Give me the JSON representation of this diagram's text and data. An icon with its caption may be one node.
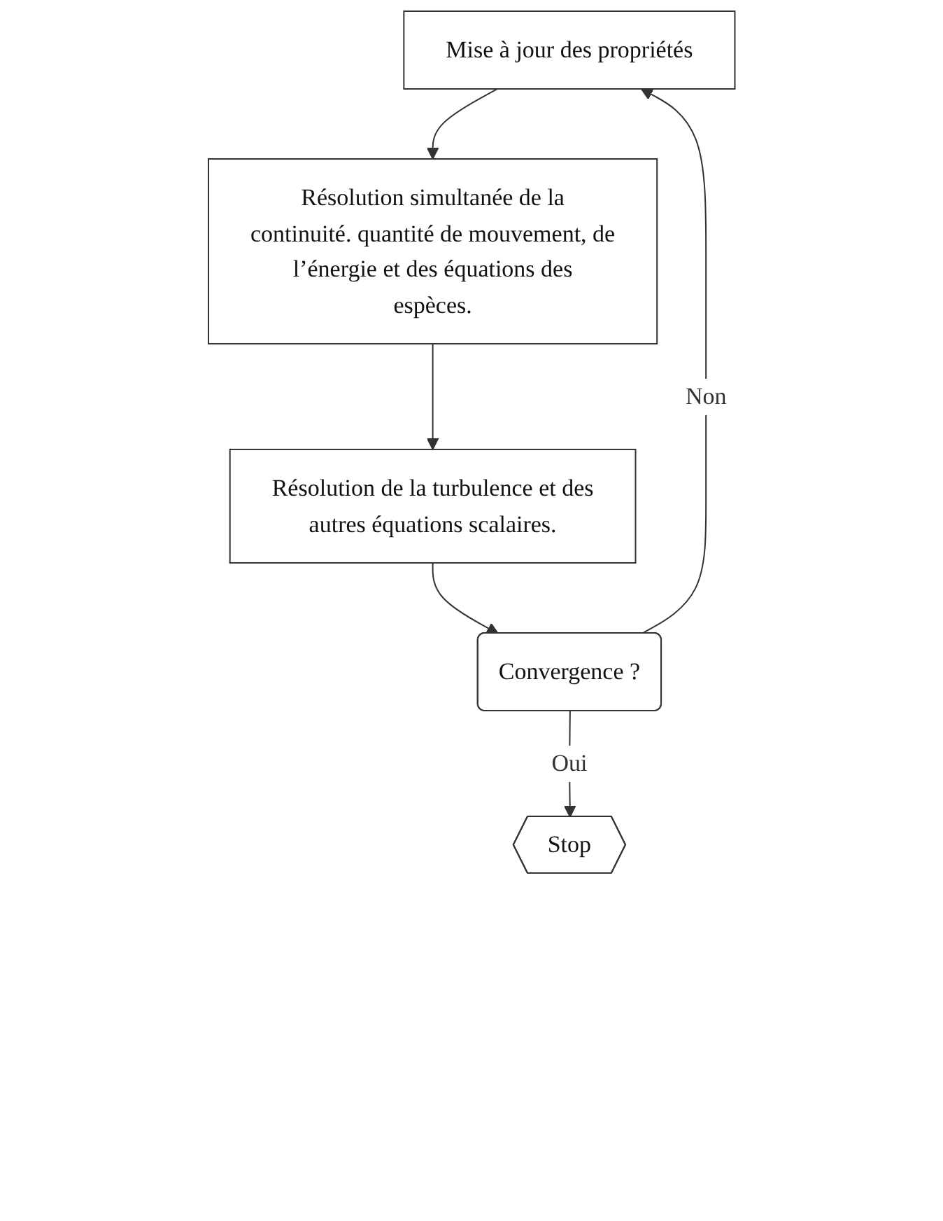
{
  "diagram": {
    "nodes": [
      {
        "text": [
          "Mise à jour des propriétés"
        ]
      },
      {
        "text": [
          "Résolution simultanée de la continuité. quantité de mouvement, de l’énergie et des équations des espèces."
        ]
      },
      {
        "text": [
          "Résolution de la turbulence et des autres équations scalaires."
        ]
      },
      {
        "text": [
          "Convergence ?"
        ]
      },
      {
        "text": [
          "Stop"
        ]
      }
    ],
    "edges": [
      {
        "from": 0,
        "to": 1,
        "arrow": "to"
      },
      {
        "from": 1,
        "to": 2,
        "arrow": "to"
      },
      {
        "from": 2,
        "to": 3,
        "arrow": "to"
      },
      {
        "from": 3,
        "to": 4,
        "label": "Oui",
        "arrow": "to"
      },
      {
        "from": 3,
        "to": 0,
        "label": "Non",
        "arrow": "to"
      }
    ]
  }
}
